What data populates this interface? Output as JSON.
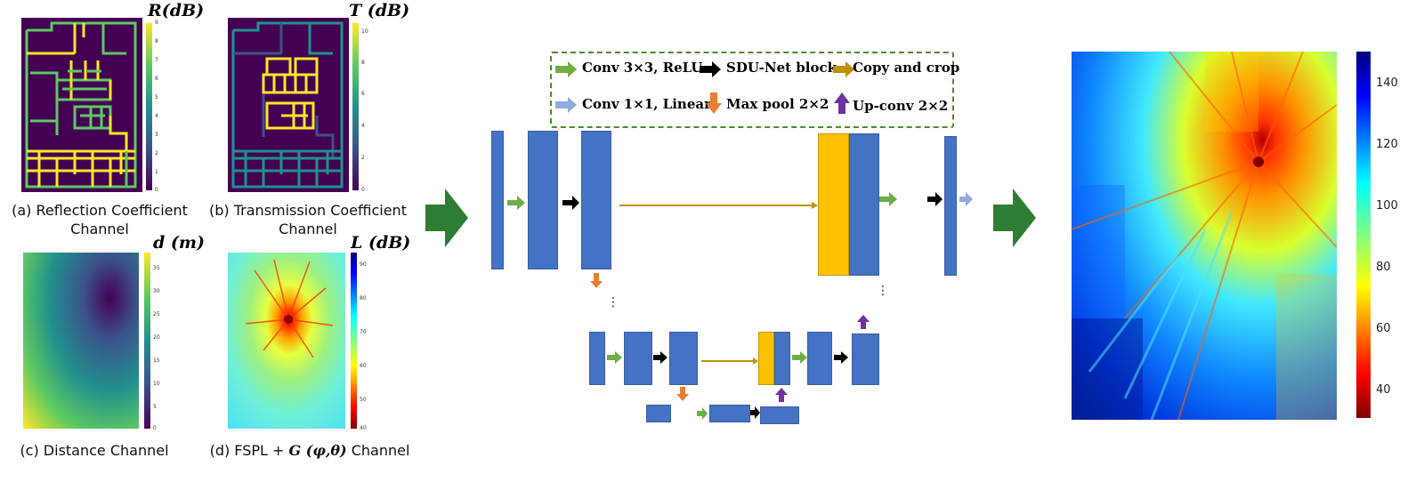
{
  "panels": {
    "a": {
      "unit": "R(dB)",
      "caption_line1": "(a) Reflection Coefficient",
      "caption_line2": "Channel",
      "ticks": [
        "9",
        "8",
        "7",
        "6",
        "5",
        "4",
        "3",
        "2",
        "1",
        "0"
      ]
    },
    "b": {
      "unit": "T (dB)",
      "caption_line1": "(b) Transmission Coefficient",
      "caption_line2": "Channel",
      "ticks": [
        "10",
        "8",
        "6",
        "4",
        "2",
        "0"
      ]
    },
    "c": {
      "unit": "d (m)",
      "caption": "(c) Distance Channel",
      "ticks": [
        "35",
        "30",
        "25",
        "20",
        "15",
        "10",
        "5",
        "0"
      ]
    },
    "d": {
      "unit": "L (dB)",
      "caption_prefix": "(d) FSPL  + ",
      "caption_math": "G (φ,θ)",
      "caption_suffix": "Channel",
      "ticks": [
        "90",
        "80",
        "70",
        "60",
        "50",
        "40"
      ]
    }
  },
  "legend": {
    "conv": "Conv 3×3, ReLU",
    "sdu": "SDU-Net block",
    "copy": "Copy and crop",
    "conv1": "Conv 1×1, Linear",
    "maxpool": "Max pool 2×2",
    "upconv": "Up-conv 2×2"
  },
  "output_colorbar": {
    "ticks": [
      "140",
      "120",
      "100",
      "80",
      "60",
      "40"
    ]
  },
  "colors": {
    "block": "#4472c4",
    "concat": "#ffc000",
    "conv_arrow": "#70ad47",
    "sdu_arrow": "#000000",
    "copy_arrow": "#bf9000",
    "conv1_arrow": "#8faadc",
    "maxpool_arrow": "#ed7d31",
    "upconv_arrow": "#7030a0",
    "big_arrow": "#2e7d32"
  },
  "symbols": {
    "ellipsis": "⋮"
  }
}
